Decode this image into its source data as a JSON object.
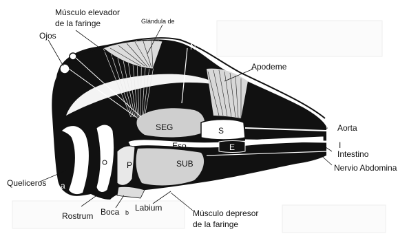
{
  "labels": {
    "musculo_elevador": [
      "Músculo elevador",
      "de la faringe"
    ],
    "glandula": "Glándula de",
    "ojos": "Ojos",
    "nerve_letter": "N",
    "apodeme": "Apodeme",
    "seg": "SEG",
    "s": "S",
    "eso": "Eso",
    "e": "E",
    "sub": "SUB",
    "p": "P",
    "aorta": "Aorta",
    "i": "I",
    "intestino": "Intestino",
    "nervio_abdominal": "Nervio Abdomina",
    "queliceros": "Queliceros",
    "a": "a",
    "rostrum": "Rostrum",
    "boca": "Boca",
    "b": "b",
    "labium": "Labium",
    "musculo_depresor": [
      "Músculo depresor",
      "de la faringe"
    ]
  }
}
